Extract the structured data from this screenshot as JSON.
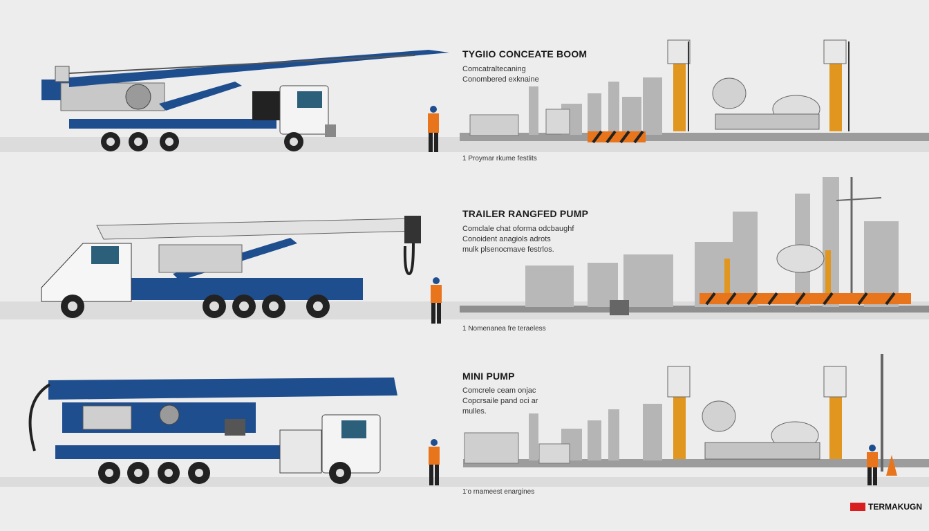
{
  "sections": [
    {
      "title": "TYGIIO CONCEATE BOOM",
      "lines": [
        "Comcatraltecaning",
        "Conombered exknaine"
      ],
      "caption": "1 Proymar rkume festlits"
    },
    {
      "title": "TRAILER RANGFED PUMP",
      "lines": [
        "Comclale chat oforma odcbaughf",
        "Conoident anagiols adrots",
        "mulk plsenocmave festrlos."
      ],
      "caption": "1 Nomenanea fre teraeless"
    },
    {
      "title": "MINI PUMP",
      "lines": [
        "Comcrele ceam onjac",
        "Copcrsaile pand oci ar",
        "mulles."
      ],
      "caption": "1'o rnameest enargines"
    }
  ],
  "brand": {
    "name": "TERMAKUGN",
    "color": "#d81e1e"
  },
  "colors": {
    "truck_blue": "#1f4e8f",
    "boom_grey": "#cfcfcf",
    "safety_orange": "#e8741c",
    "building_grey": "#a8a8a8"
  }
}
